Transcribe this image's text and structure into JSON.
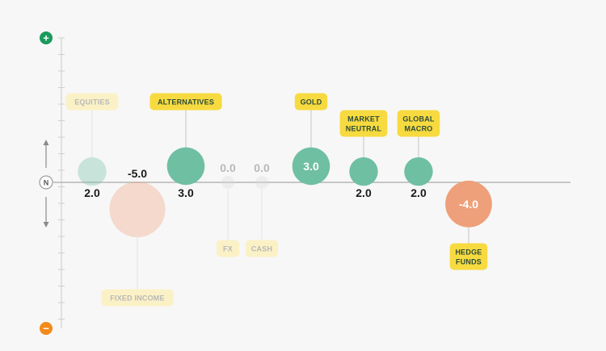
{
  "scale": {
    "top_symbol": "+",
    "neutral_symbol": "N",
    "bottom_symbol": "−",
    "top_color": "#1a9a5c",
    "bottom_color": "#f28a1c"
  },
  "chart_data": {
    "type": "scatter",
    "title": "",
    "ylim": [
      -8,
      8
    ],
    "grid": false,
    "colors": {
      "positive": "#6fbfa3",
      "negative": "#eea07a",
      "neutral": "#d9d9d9",
      "label_active": "#f7da3f",
      "label_faded": "#fbf1c6"
    },
    "points": [
      {
        "name": "EQUITIES",
        "label_lines": [
          "EQUITIES"
        ],
        "value": 2.0,
        "display": "2.0",
        "faded": true
      },
      {
        "name": "FIXED INCOME",
        "label_lines": [
          "FIXED INCOME"
        ],
        "value": -5.0,
        "display": "-5.0",
        "faded": true
      },
      {
        "name": "ALTERNATIVES",
        "label_lines": [
          "ALTERNATIVES"
        ],
        "value": 3.0,
        "display": "3.0",
        "faded": false
      },
      {
        "name": "FX",
        "label_lines": [
          "FX"
        ],
        "value": 0.0,
        "display": "0.0",
        "faded": true
      },
      {
        "name": "CASH",
        "label_lines": [
          "CASH"
        ],
        "value": 0.0,
        "display": "0.0",
        "faded": true
      },
      {
        "name": "GOLD",
        "label_lines": [
          "GOLD"
        ],
        "value": 3.0,
        "display": "3.0",
        "faded": false
      },
      {
        "name": "MARKET NEUTRAL",
        "label_lines": [
          "MARKET",
          "NEUTRAL"
        ],
        "value": 2.0,
        "display": "2.0",
        "faded": false
      },
      {
        "name": "GLOBAL MACRO",
        "label_lines": [
          "GLOBAL",
          "MACRO"
        ],
        "value": 2.0,
        "display": "2.0",
        "faded": false
      },
      {
        "name": "HEDGE FUNDS",
        "label_lines": [
          "HEDGE",
          "FUNDS"
        ],
        "value": -4.0,
        "display": "-4.0",
        "faded": false
      }
    ]
  }
}
